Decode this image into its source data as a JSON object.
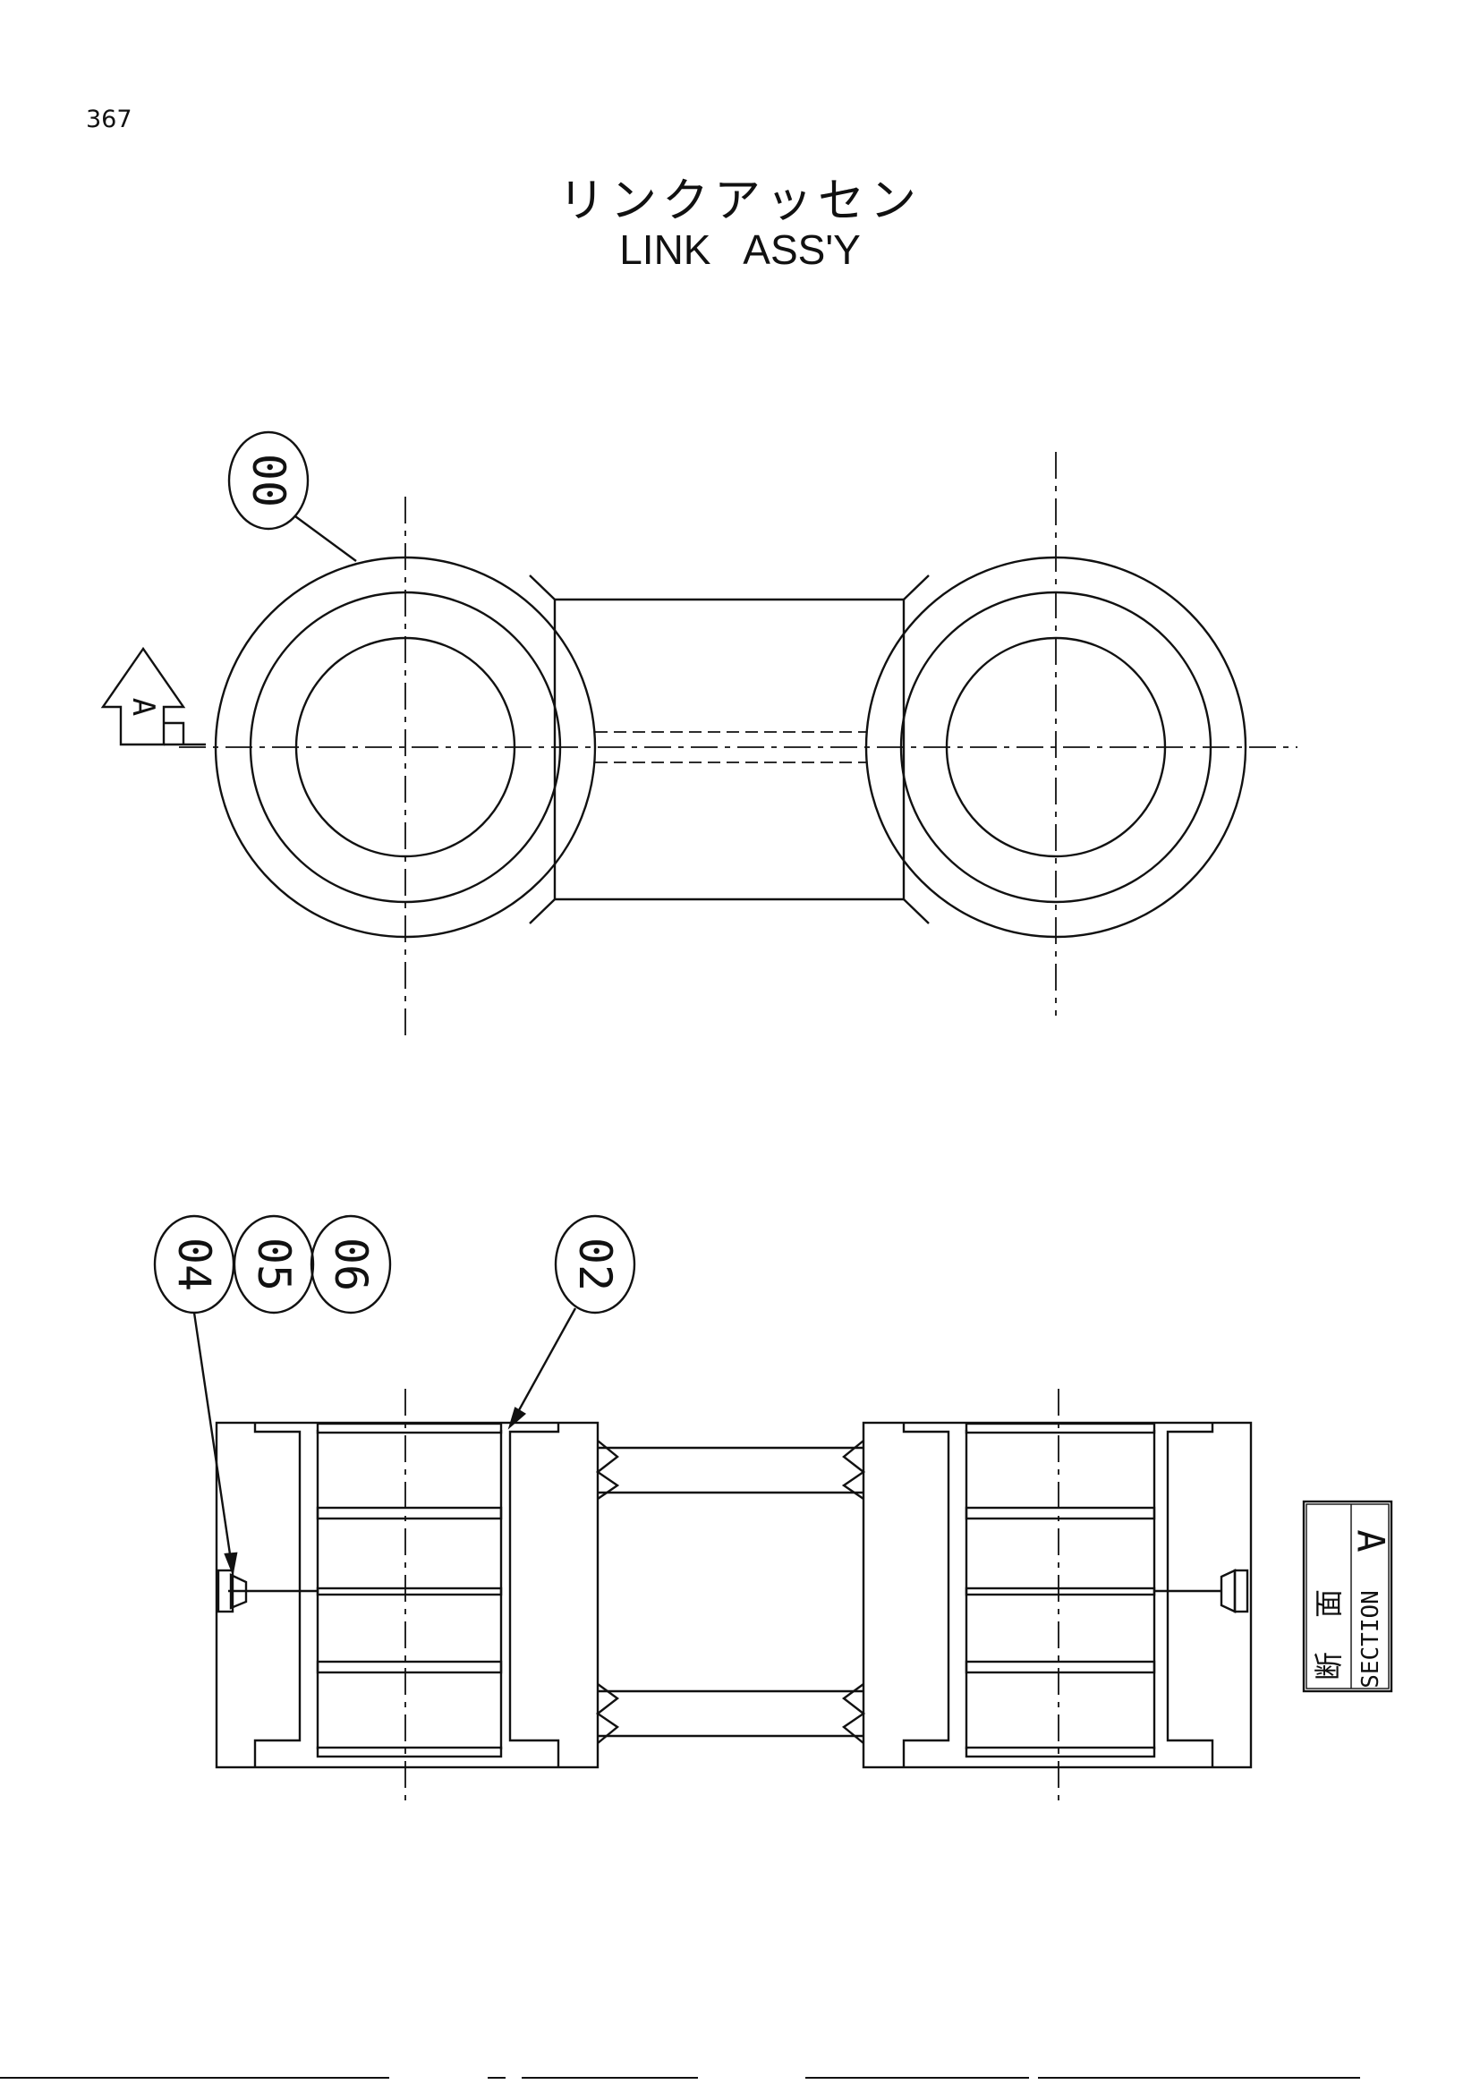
{
  "page": {
    "number": "367"
  },
  "title": {
    "japanese": "リンクアッセン",
    "english": "LINK   ASS'Y"
  },
  "callouts": {
    "link": "00",
    "pin": "02",
    "part_04": "04",
    "part_05": "05",
    "part_06": "06"
  },
  "view_marker": {
    "letter": "A"
  },
  "section_box": {
    "kanji_1": "断",
    "kanji_2": "面",
    "letter": "A",
    "word": "SECTION"
  }
}
